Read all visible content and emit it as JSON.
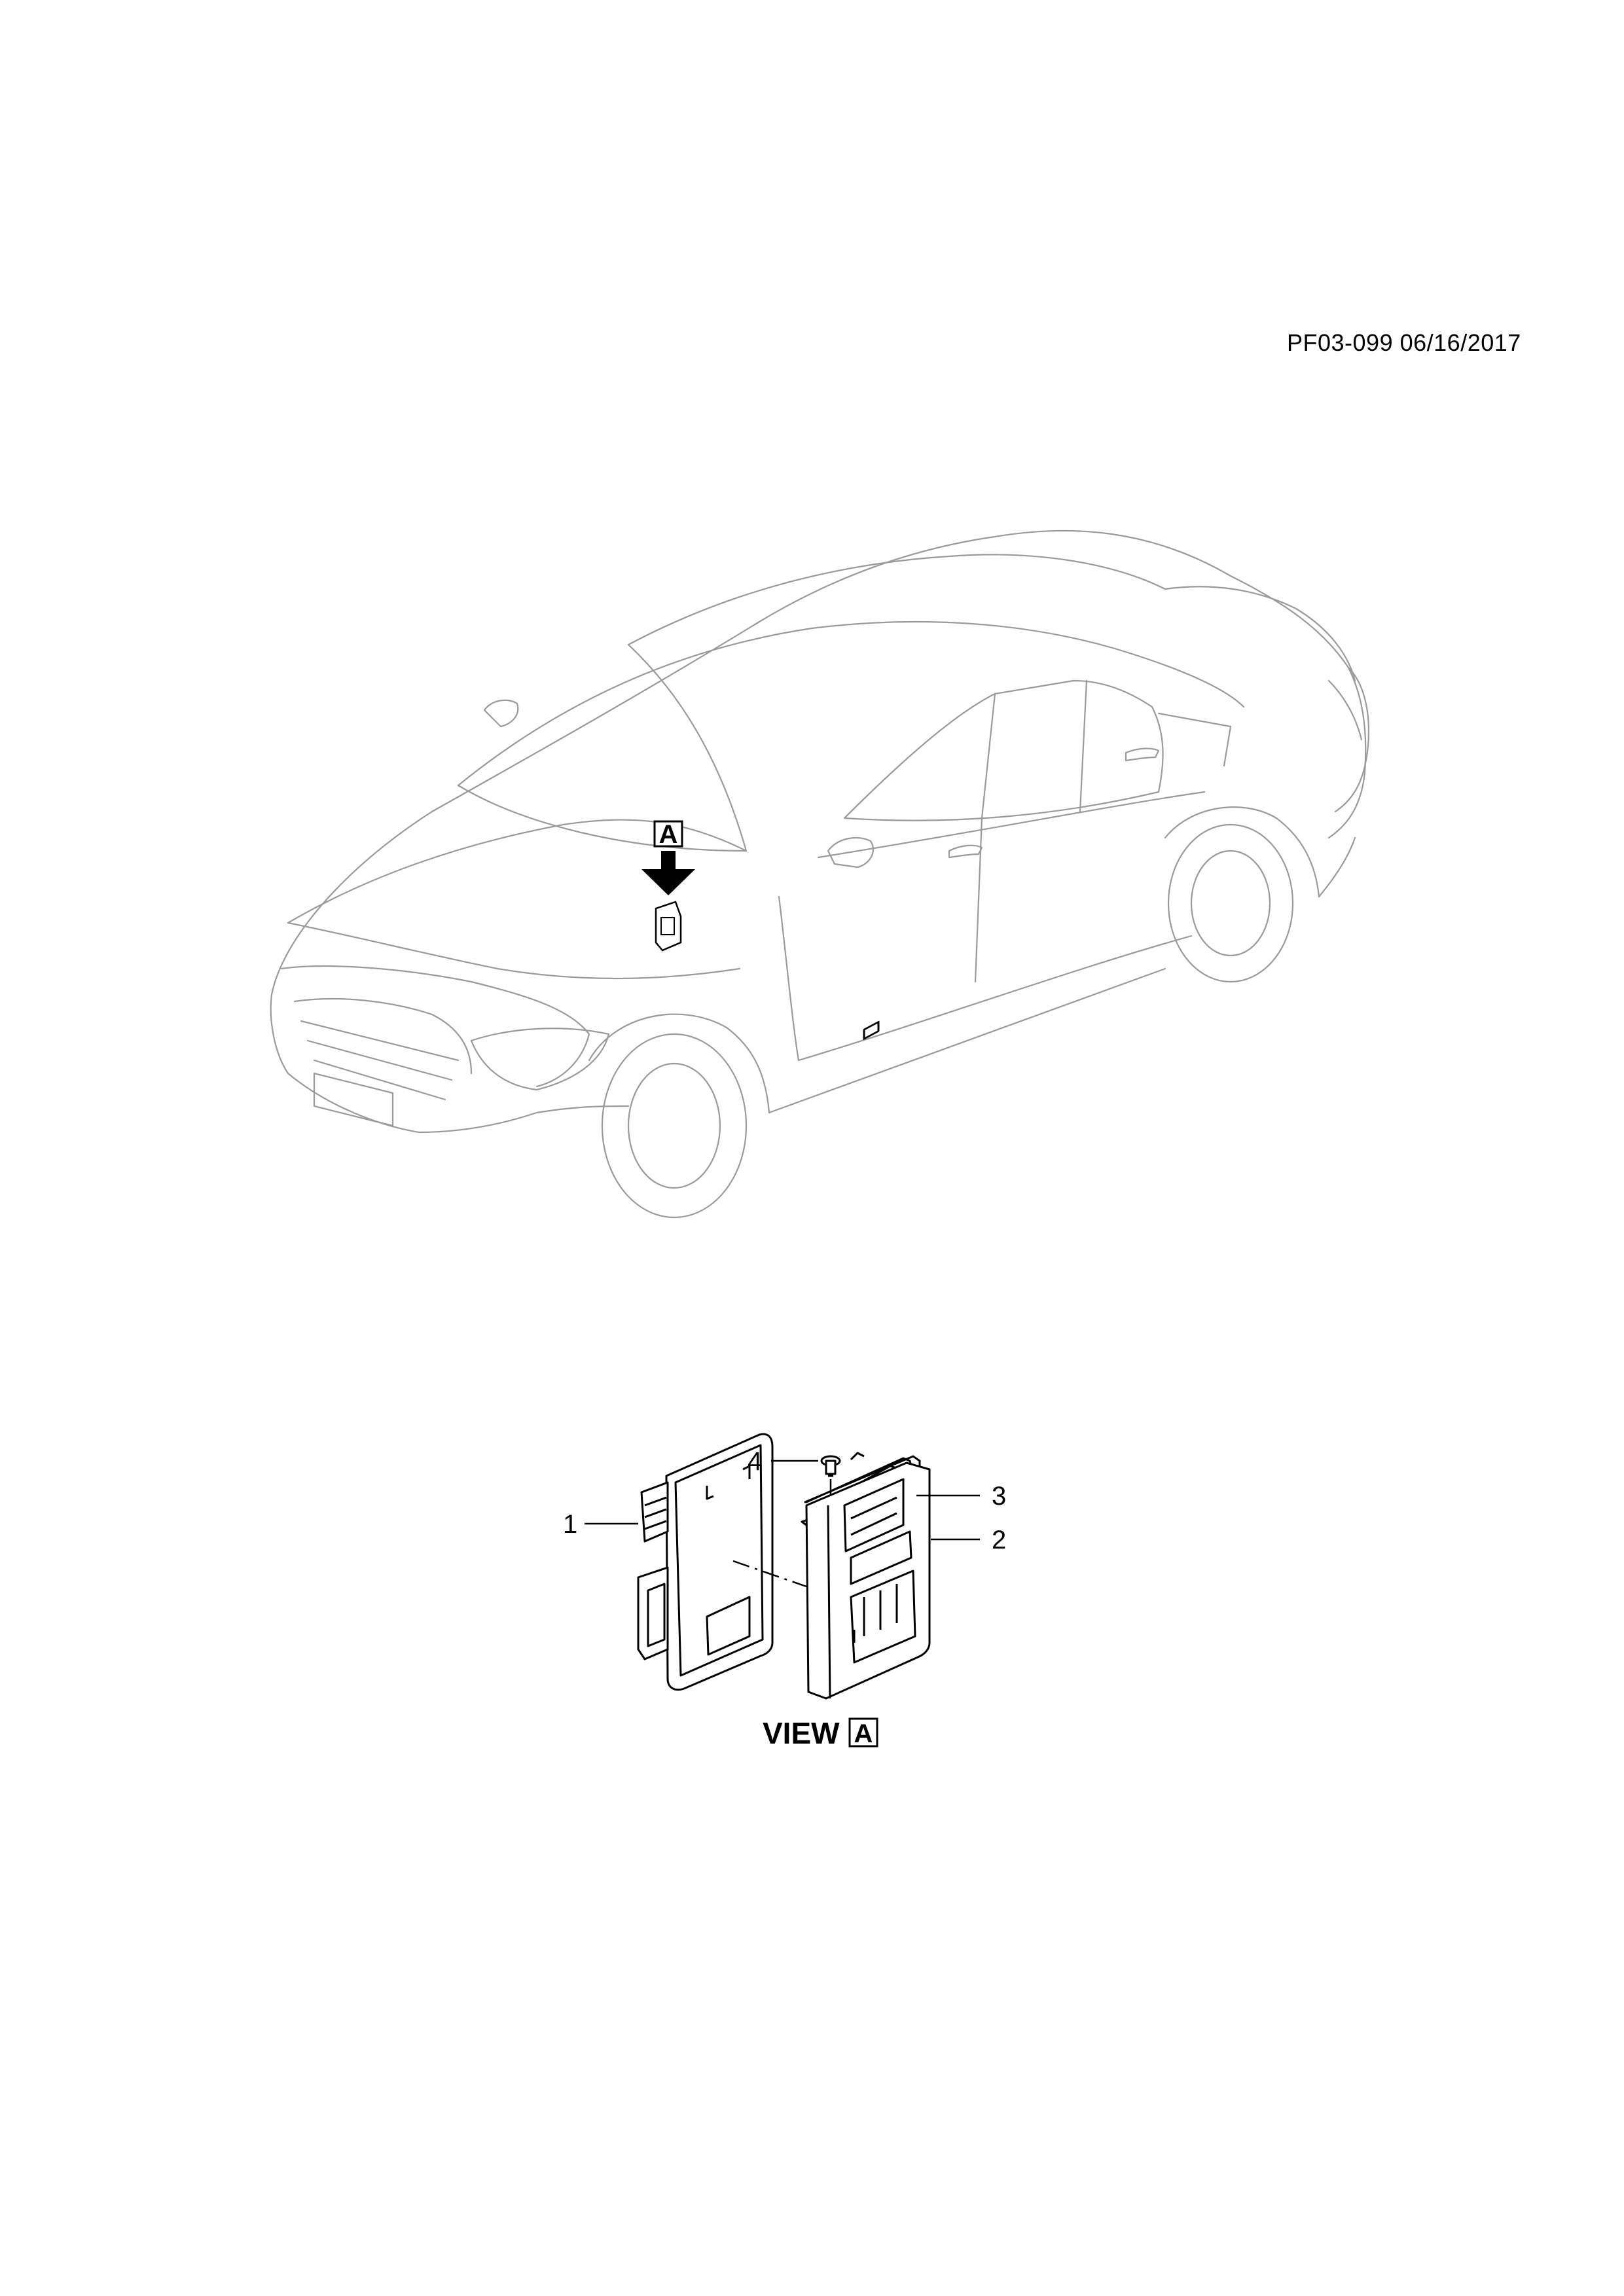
{
  "header": {
    "code": "PF03-099 06/16/2017"
  },
  "vehicle": {
    "view_marker": "A"
  },
  "callouts": [
    {
      "number": "1"
    },
    {
      "number": "2"
    },
    {
      "number": "3"
    },
    {
      "number": "4"
    }
  ],
  "view_label": {
    "text": "VIEW",
    "letter": "A"
  }
}
